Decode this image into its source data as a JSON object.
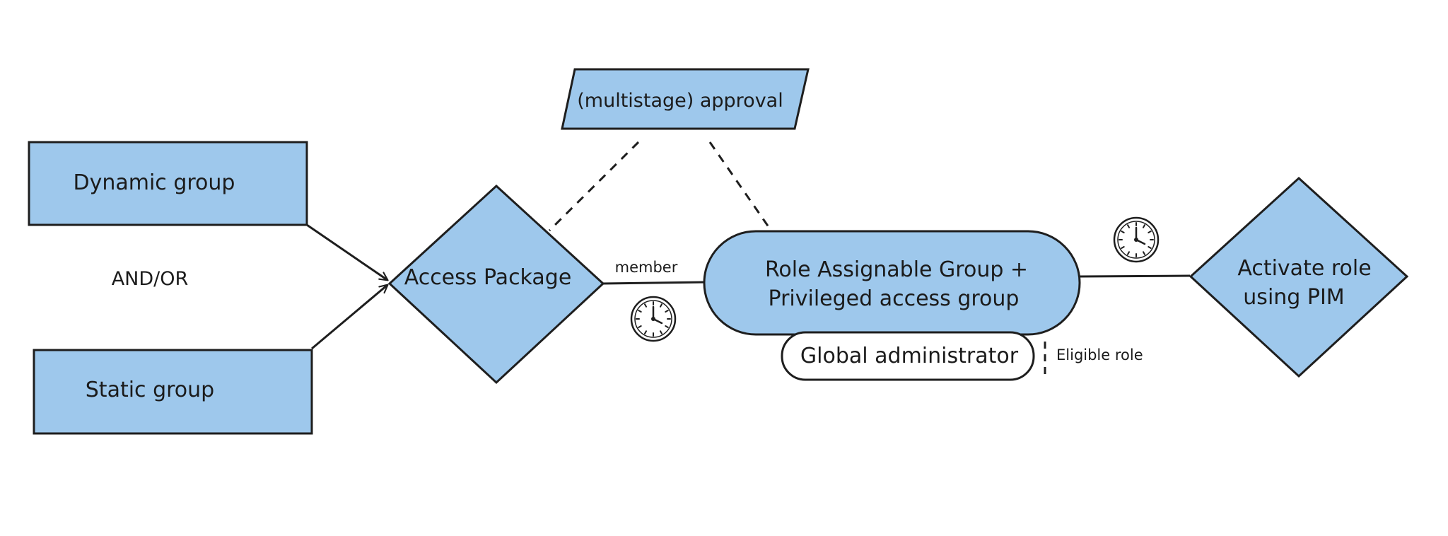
{
  "colors": {
    "fill": "#9ec8ec",
    "stroke": "#1e1e1e",
    "background": "#ffffff",
    "pill_fill": "#ffffff"
  },
  "nodes": {
    "dynamic_group": "Dynamic group",
    "static_group": "Static group",
    "and_or": "AND/OR",
    "access_package": "Access Package",
    "approval": "(multistage) approval",
    "role_group_line1": "Role Assignable Group +",
    "role_group_line2": "Privileged access group",
    "global_admin": "Global administrator",
    "activate_line1": "Activate role",
    "activate_line2": "using PIM"
  },
  "edge_labels": {
    "member": "member",
    "eligible_role": "Eligible role"
  },
  "icons": {
    "timer_member": "clock-icon",
    "timer_pim": "clock-icon"
  }
}
